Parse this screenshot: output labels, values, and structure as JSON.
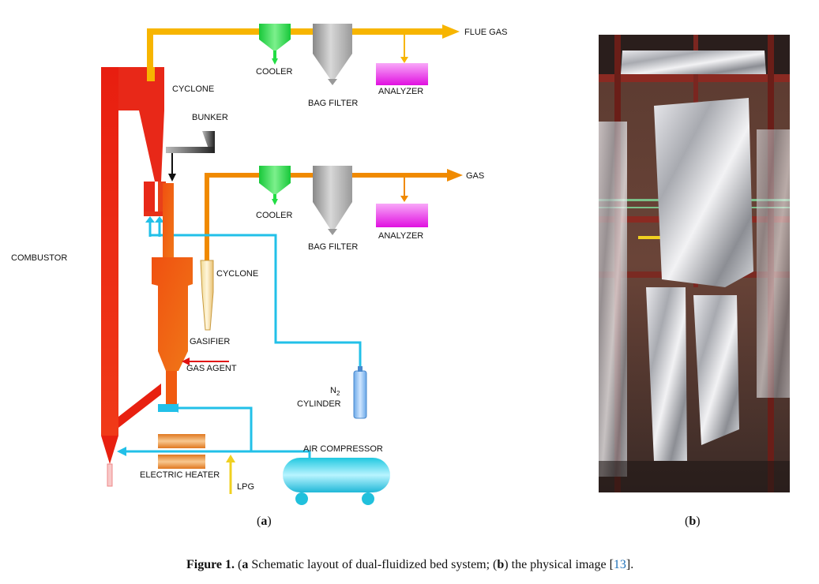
{
  "schematic": {
    "labels": {
      "flue_gas": "FLUE GAS",
      "cooler_top": "COOLER",
      "bag_filter_top": "BAG FILTER",
      "analyzer_top": "ANALYZER",
      "cyclone_top": "CYCLONE",
      "bunker": "BUNKER",
      "gas": "GAS",
      "cooler_mid": "COOLER",
      "analyzer_mid": "ANALYZER",
      "bag_filter_mid": "BAG FILTER",
      "combustor": "COMBUSTOR",
      "cyclone_mid": "CYCLONE",
      "gasifier": "GASIFIER",
      "gas_agent": "GAS AGENT",
      "n2": "N",
      "cylinder": "CYLINDER",
      "air_compressor": "AIR COMPRESSOR",
      "electric_heater": "ELECTRIC HEATER",
      "lpg": "LPG"
    },
    "colors": {
      "flue_line": "#f7b500",
      "gas_line": "#f08a00",
      "air_line": "#22c0e8",
      "cooler": "#22dd44",
      "filter": "#a8a8a8",
      "analyzer": "#ee22ee",
      "combustor": "#e82010",
      "gasifier": "#f05a10"
    }
  },
  "subfigures": {
    "a": "a",
    "b": "b"
  },
  "caption": {
    "prefix": "Figure 1.",
    "part_a_label": "a",
    "part_a_text": " Schematic layout of dual-fluidized bed system; (",
    "part_b_label": "b",
    "part_b_text": ") the physical image [",
    "ref": "13",
    "suffix": "]."
  }
}
